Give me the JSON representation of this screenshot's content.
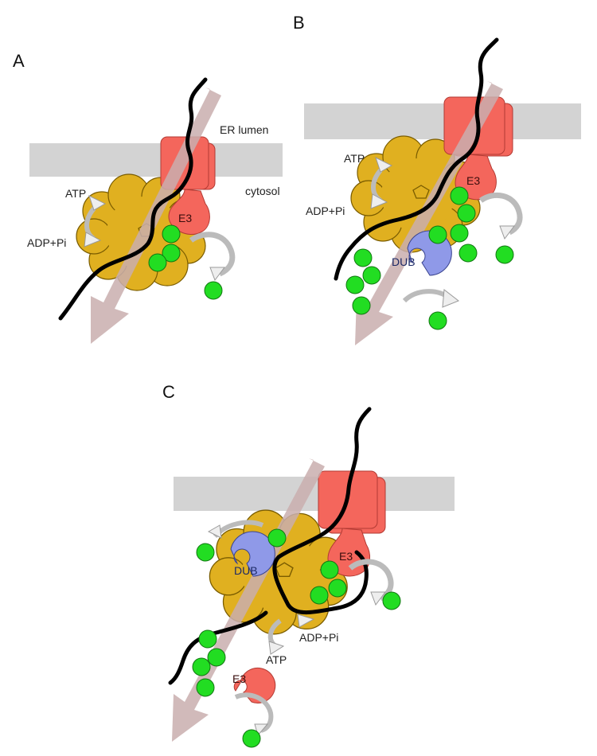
{
  "panels": [
    {
      "letter": "A",
      "er_lumen": "ER lumen",
      "cytosol": "cytosol",
      "atp": "ATP",
      "adp": "ADP+Pi",
      "e3": "E3"
    },
    {
      "letter": "B",
      "atp": "ATP",
      "adp": "ADP+Pi",
      "e3": "E3",
      "dub": "DUB"
    },
    {
      "letter": "C",
      "atp": "ATP",
      "adp": "ADP+Pi",
      "e3_membrane": "E3",
      "e3_free": "E3",
      "dub": "DUB"
    }
  ],
  "colors": {
    "membrane": "#d3d3d3",
    "e3": "#f4665c",
    "proteasome": "#e0b020",
    "dub": "#8f99e8",
    "ubiquitin": "#22dd22",
    "flow_arrow": "#c9aeae",
    "polypeptide": "#000000"
  }
}
